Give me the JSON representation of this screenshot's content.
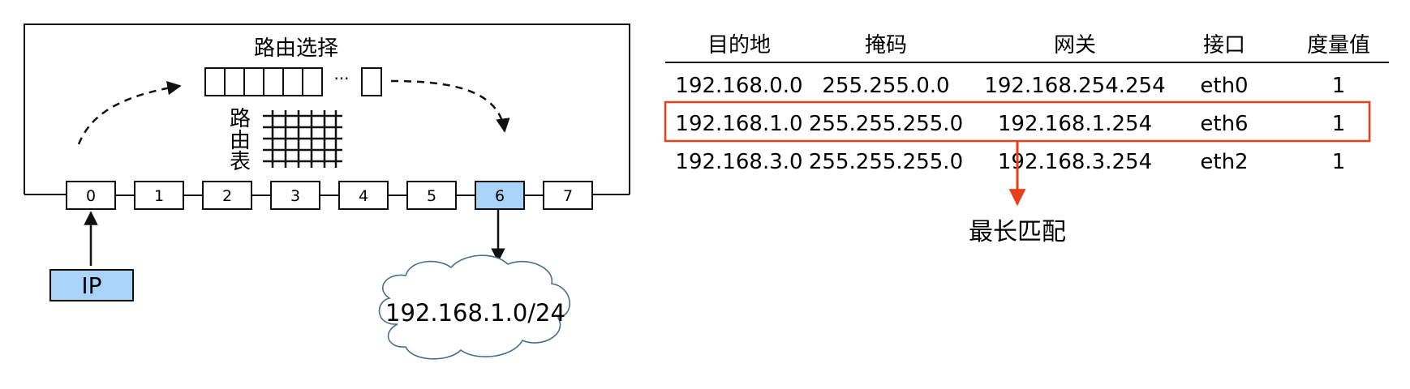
{
  "router": {
    "selection_label": "路由选择",
    "ellipsis": "···",
    "table_label_chars": [
      "路",
      "由",
      "表"
    ],
    "ports": [
      "0",
      "1",
      "2",
      "3",
      "4",
      "5",
      "6",
      "7"
    ],
    "input_port_index": 0,
    "output_port_index": 6,
    "packet_label": "IP",
    "destination_cloud": "192.168.1.0/24"
  },
  "route_table": {
    "headers": [
      "目的地",
      "掩码",
      "网关",
      "接口",
      "度量值"
    ],
    "rows": [
      [
        "192.168.0.0",
        "255.255.0.0",
        "192.168.254.254",
        "eth0",
        "1"
      ],
      [
        "192.168.1.0",
        "255.255.255.0",
        "192.168.1.254",
        "eth6",
        "1"
      ],
      [
        "192.168.3.0",
        "255.255.255.0",
        "192.168.3.254",
        "eth2",
        "1"
      ]
    ],
    "highlighted_row_index": 1,
    "highlight_label": "最长匹配"
  },
  "colors": {
    "highlight": "#e8401c",
    "port_highlight": "#aad4f7",
    "packet_fill": "#aad4f7",
    "line": "#111111"
  }
}
